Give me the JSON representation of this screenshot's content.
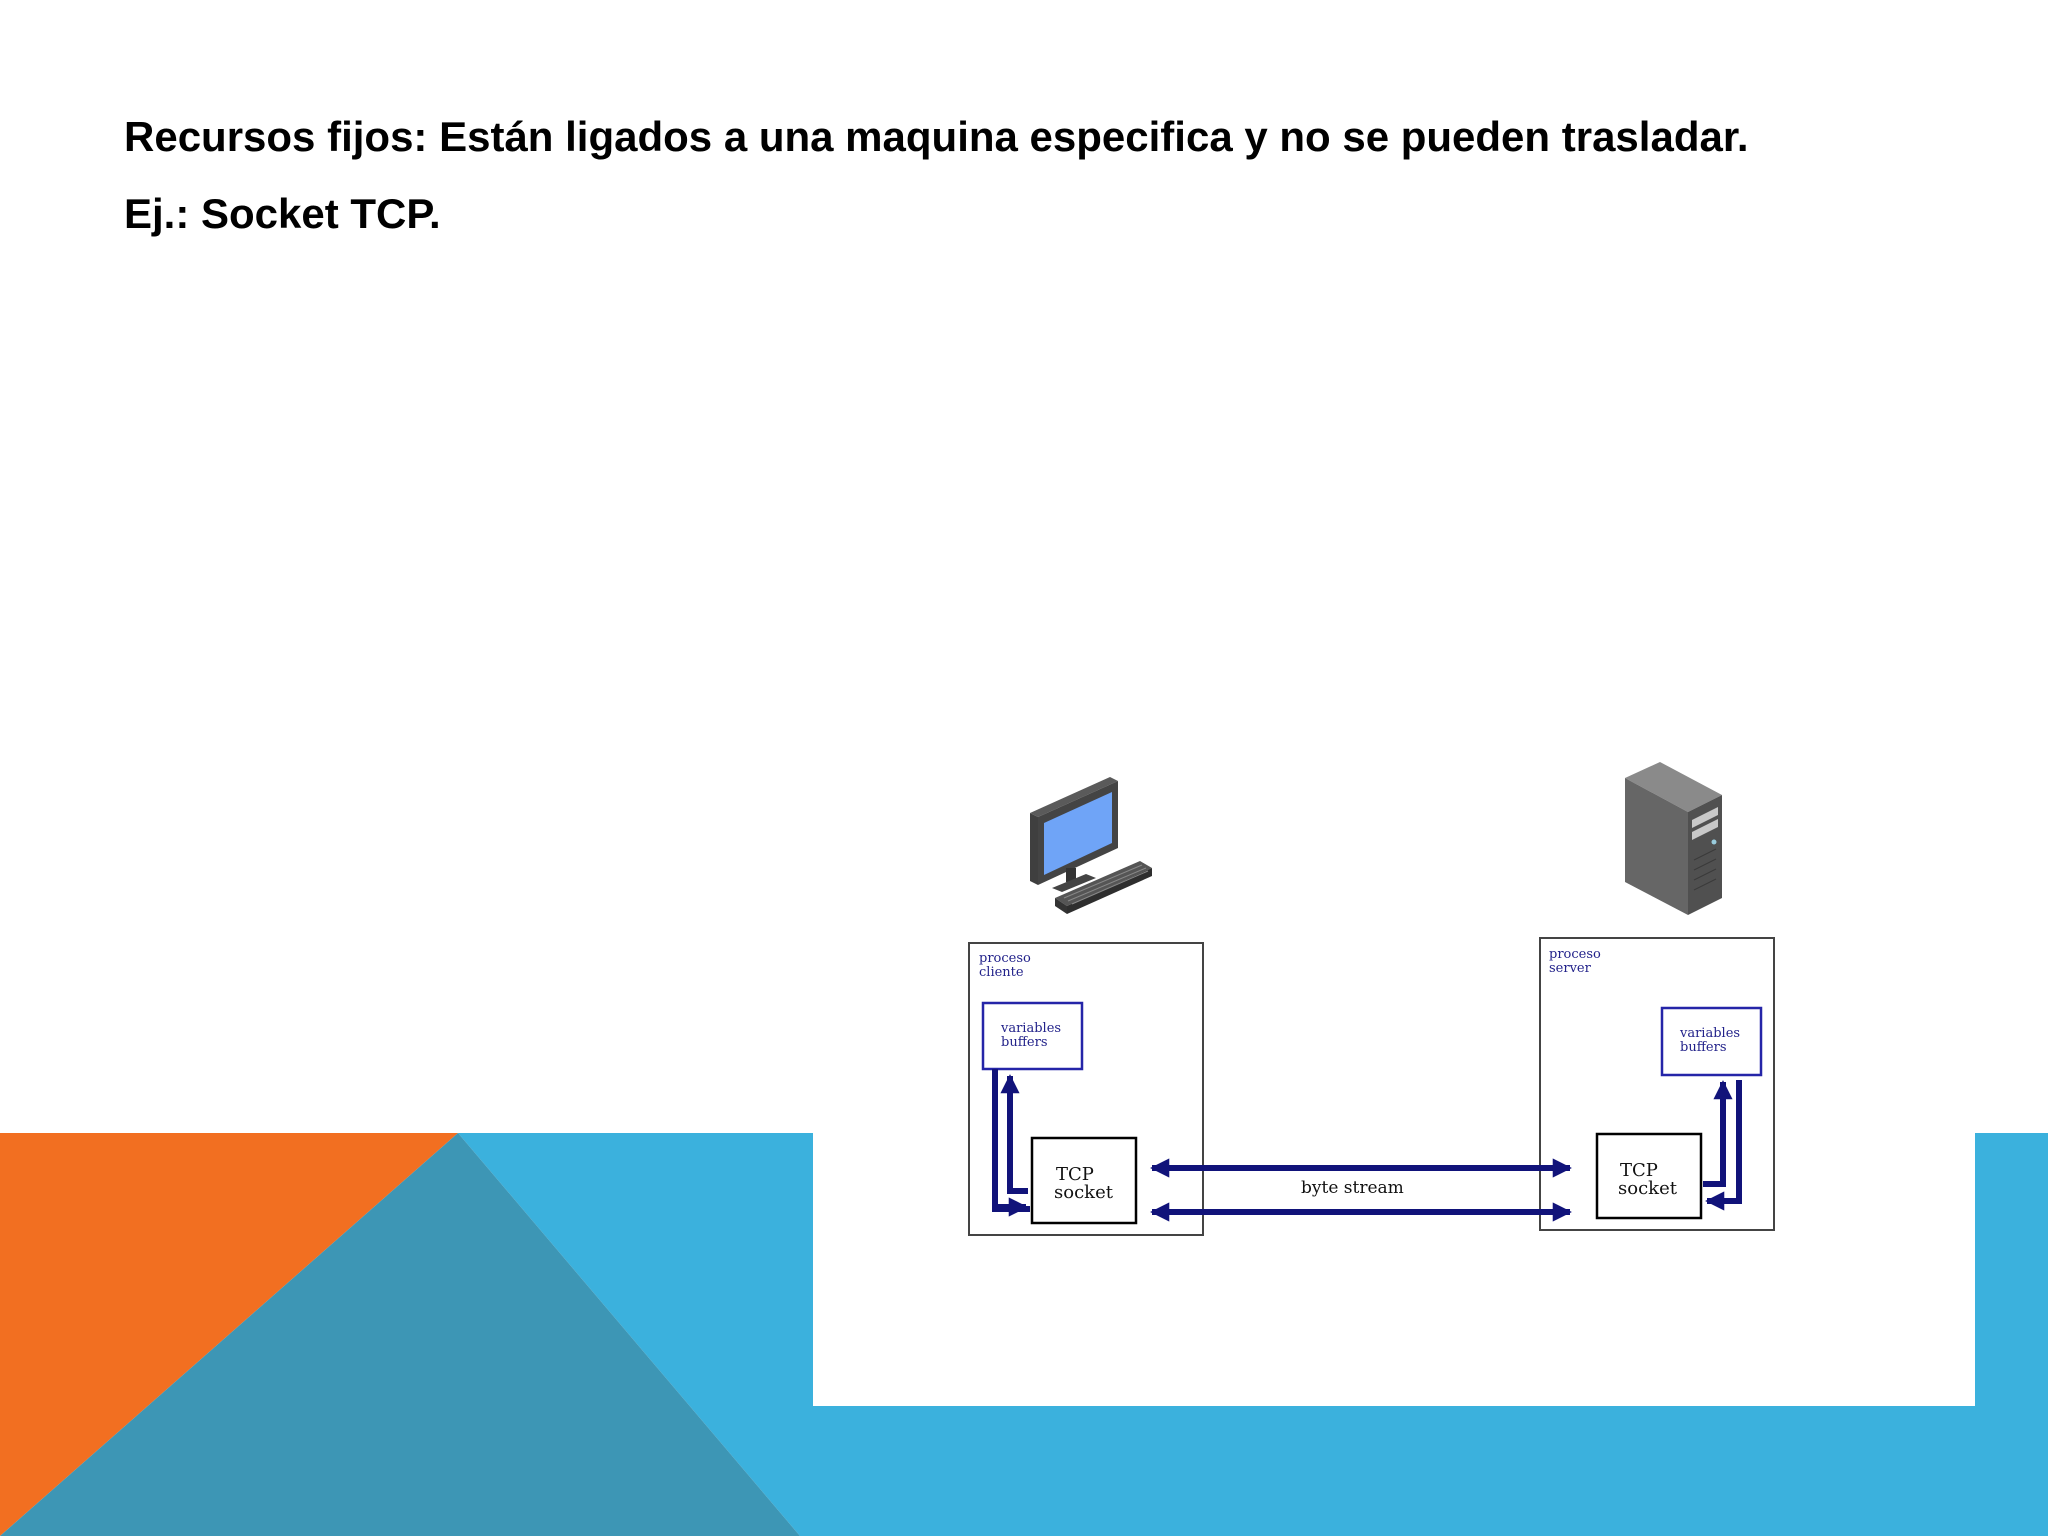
{
  "slide": {
    "line1": "Recursos fijos: Están ligados a una maquina especifica y no se pueden trasladar.",
    "line2": "Ej.: Socket TCP."
  },
  "diagram": {
    "client": {
      "process_line1": "proceso",
      "process_line2": "cliente",
      "vars_line1": "variables",
      "vars_line2": "buffers",
      "socket_line1": "TCP",
      "socket_line2": "socket",
      "computer_icon": "desktop-computer-icon"
    },
    "server": {
      "process_line1": "proceso",
      "process_line2": "server",
      "vars_line1": "variables",
      "vars_line2": "buffers",
      "socket_line1": "TCP",
      "socket_line2": "socket",
      "computer_icon": "server-tower-icon"
    },
    "stream_label": "byte stream"
  },
  "colors": {
    "orange": "#F26F21",
    "light_blue": "#3BB1DD",
    "dark_blue": "#3D96B5",
    "arrow_navy": "#11137A",
    "box_blue": "#2525A8"
  }
}
